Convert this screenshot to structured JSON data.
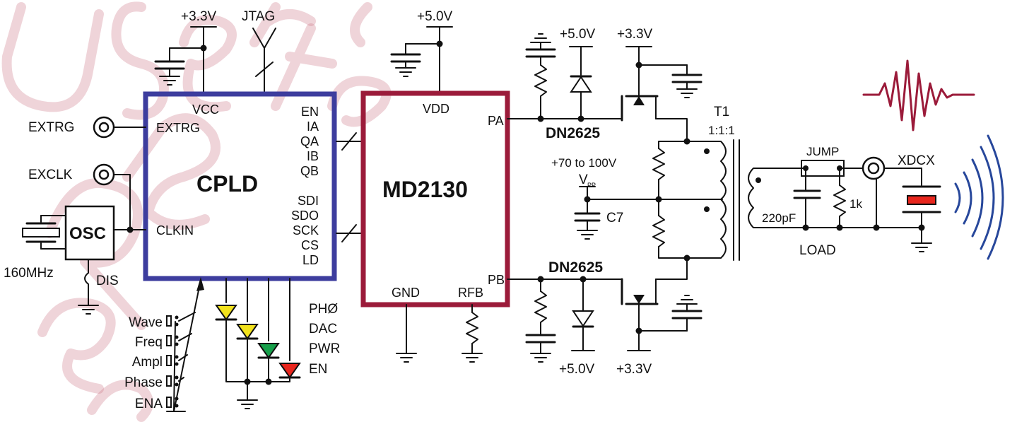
{
  "watermark": {
    "text": "User Refer to"
  },
  "power": {
    "cpld_vcc": "+3.3V",
    "md2130_vdd": "+5.0V",
    "pa_diode_rail": "+5.0V",
    "pa_mosfet_rail": "+3.3V",
    "pb_diode_rail": "+5.0V",
    "pb_mosfet_rail": "+3.3V",
    "vpp_range": "+70 to 100V",
    "vpp_label": "V",
    "vpp_sub": "PP"
  },
  "jtag": {
    "label": "JTAG"
  },
  "connectors": {
    "extrg": "EXTRG",
    "exclk": "EXCLK"
  },
  "osc": {
    "label": "OSC",
    "freq": "160MHz",
    "dis": "DIS"
  },
  "cpld": {
    "title": "CPLD",
    "pins_left": [
      "VCC",
      "EXTRG",
      "CLKIN"
    ],
    "pins_right_top": [
      "EN",
      "IA",
      "QA",
      "IB",
      "QB"
    ],
    "pins_right_bottom": [
      "SDI",
      "SDO",
      "SCK",
      "CS",
      "LD"
    ]
  },
  "md2130": {
    "title": "MD2130",
    "vdd": "VDD",
    "pa": "PA",
    "pb": "PB",
    "gnd": "GND",
    "rfb": "RFB"
  },
  "switches": [
    "Wave",
    "Freq",
    "Ampl",
    "Phase",
    "ENA"
  ],
  "leds": [
    {
      "label": "PHØ",
      "color": "#f2e21c"
    },
    {
      "label": "DAC",
      "color": "#f2e21c"
    },
    {
      "label": "PWR",
      "color": "#16a04a"
    },
    {
      "label": "EN",
      "color": "#e8261d"
    }
  ],
  "mosfets": {
    "top": "DN2625",
    "bottom": "DN2625"
  },
  "cap_c7": "C7",
  "transformer": {
    "label": "T1",
    "ratio": "1:1:1"
  },
  "load": {
    "jump": "JUMP",
    "cap": "220pF",
    "res": "1k",
    "label": "LOAD"
  },
  "transducer": {
    "label": "XDCX"
  },
  "colors": {
    "cpld_border": "#3d3d9e",
    "md2130_border": "#9b1b3a",
    "pulse": "#9b1b3a",
    "waves": "#27479b",
    "xdcx_fill": "#e8261d",
    "watermark": "#cc7a8a"
  }
}
